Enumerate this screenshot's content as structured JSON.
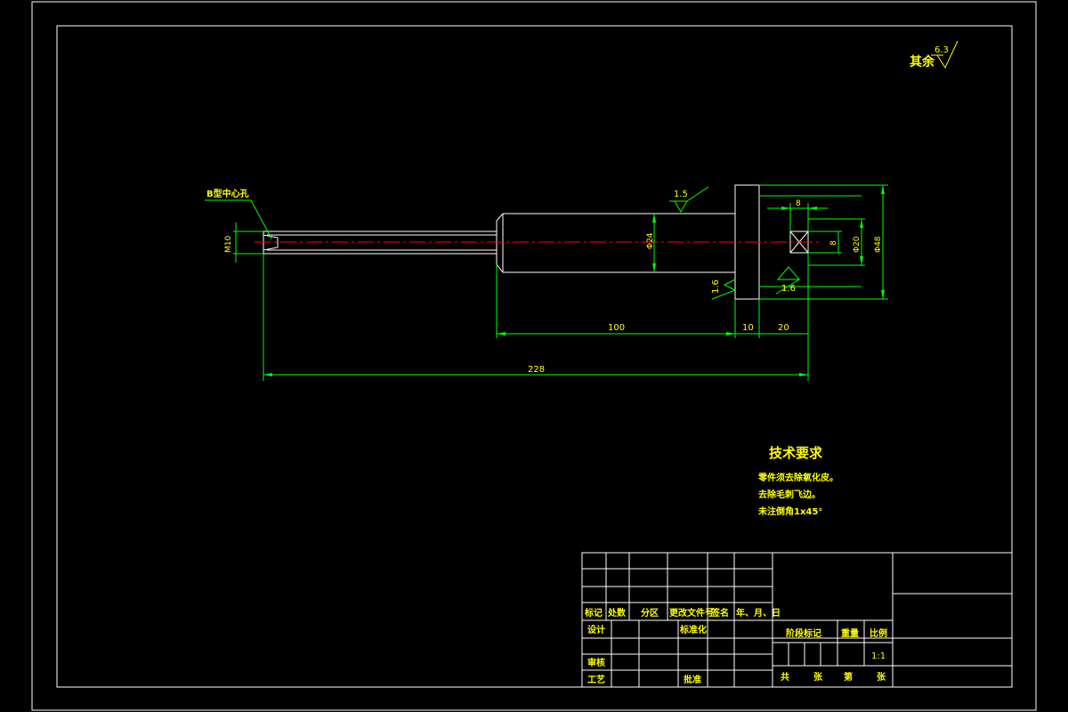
{
  "colors": {
    "background": "#000000",
    "frame": "#ffffff",
    "dimension": "#00ff00",
    "centerline": "#ff0000",
    "text": "#ffff00"
  },
  "roughness_note": {
    "label": "其余",
    "value": "6.3"
  },
  "part": {
    "center_hole_label": "B型中心孔",
    "thread_label": "M10",
    "dia_body": "Φ24",
    "dia_inner": "Φ20",
    "dia_flange": "Φ48",
    "roughness_top": "1.5",
    "roughness_left": "1.6",
    "roughness_right": "1.6",
    "dim_square_w": "8",
    "dim_square_h": "8",
    "dim_100": "100",
    "dim_10": "10",
    "dim_20": "20",
    "dim_228": "228"
  },
  "tech_requirements": {
    "title": "技术要求",
    "items": [
      "零件须去除氧化皮。",
      "去除毛刺飞边。",
      "未注倒角1x45°"
    ]
  },
  "title_block": {
    "rev_header": [
      "标记",
      "处数",
      "分区",
      "更改文件号",
      "签名",
      "年、月、日"
    ],
    "design": "设计",
    "standardize": "标准化",
    "review": "审核",
    "process": "工艺",
    "approve": "批准",
    "stage_mark": "阶段标记",
    "weight": "重量",
    "scale_label": "比例",
    "scale_value": "1:1",
    "total": "共",
    "sheet_unit_1": "张",
    "page": "第",
    "sheet_unit_2": "张"
  }
}
